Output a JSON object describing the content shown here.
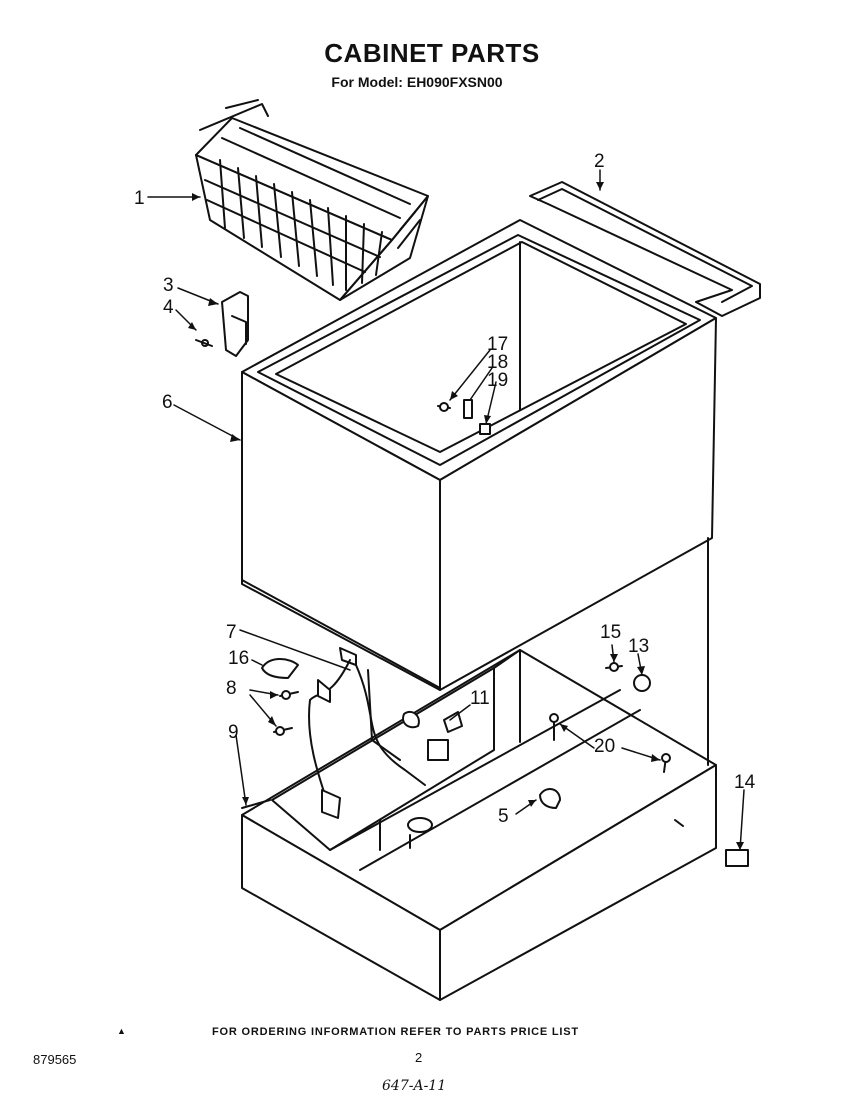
{
  "title": "CABINET PARTS",
  "subtitle": "For Model: EH090FXSN00",
  "footer_note": "FOR ORDERING INFORMATION REFER TO PARTS PRICE LIST",
  "doc_number": "879565",
  "page_number": "2",
  "handwritten_code": "647-A-11",
  "marker_glyph": "▲",
  "callouts": {
    "c1": "1",
    "c2": "2",
    "c3": "3",
    "c4": "4",
    "c5": "5",
    "c6": "6",
    "c7": "7",
    "c8": "8",
    "c9": "9",
    "c11": "11",
    "c13": "13",
    "c14": "14",
    "c15": "15",
    "c16": "16",
    "c17": "17",
    "c18": "18",
    "c19": "19",
    "c20": "20"
  }
}
